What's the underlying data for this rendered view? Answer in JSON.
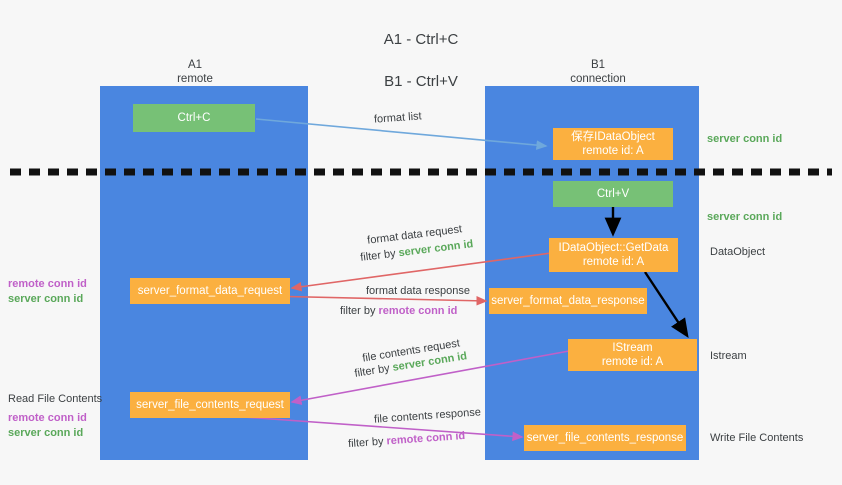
{
  "title": {
    "line1": "A1 - Ctrl+C",
    "line2": "B1 - Ctrl+V"
  },
  "columns": [
    {
      "id": "a1",
      "name": "A1",
      "role": "remote"
    },
    {
      "id": "b1",
      "name": "B1",
      "role": "connection"
    }
  ],
  "nodes": {
    "ctrl_c": {
      "label": "Ctrl+C",
      "color": "#77c176"
    },
    "save_idataobject": {
      "line1": "保存IDataObject",
      "line2": "remote id: A",
      "color": "#fbb040"
    },
    "ctrl_v": {
      "label": "Ctrl+V",
      "color": "#77c176"
    },
    "getdata": {
      "line1": "IDataObject::GetData",
      "line2": "remote id: A",
      "color": "#fbb040"
    },
    "format_data_request": {
      "label": "server_format_data_request",
      "color": "#fbb040"
    },
    "format_data_response": {
      "label": "server_format_data_response",
      "color": "#fbb040"
    },
    "istream": {
      "line1": "IStream",
      "line2": "remote id: A",
      "color": "#fbb040"
    },
    "file_contents_request": {
      "label": "server_file_contents_request",
      "color": "#fbb040"
    },
    "file_contents_response": {
      "label": "server_file_contents_response",
      "color": "#fbb040"
    }
  },
  "edge_labels": {
    "format_list": "format list",
    "format_data_request": "format data request",
    "format_data_request_filter_prefix": "filter by ",
    "format_data_request_filter_id": "server conn id",
    "format_data_response": "format data response",
    "format_data_response_filter_prefix": "filter by ",
    "format_data_response_filter_id": "remote conn id",
    "file_contents_request": "file contents request",
    "file_contents_request_filter_prefix": "filter by ",
    "file_contents_request_filter_id": "server conn id",
    "file_contents_response": "file contents response",
    "file_contents_response_filter_prefix": "filter by ",
    "file_contents_response_filter_id": "remote conn id"
  },
  "annotations": {
    "right_server_conn_id_top": "server conn id",
    "right_server_conn_id_mid": "server conn id",
    "right_dataobject": "DataObject",
    "right_istream": "Istream",
    "right_write_file_contents": "Write File Contents",
    "left_remote_conn_id_1": "remote conn id",
    "left_server_conn_id_1": "server conn id",
    "left_read_file_contents": "Read File Contents",
    "left_remote_conn_id_2": "remote conn id",
    "left_server_conn_id_2": "server conn id"
  },
  "colors": {
    "lane": "#4a86e0",
    "green_node": "#77c176",
    "orange_node": "#fbb040",
    "server_conn_id": "#5aa85a",
    "remote_conn_id": "#c060c8",
    "arrow_light_blue": "#6fa8dc",
    "arrow_red": "#e06666",
    "arrow_purple": "#c060c8",
    "arrow_black": "#000000",
    "background": "#f7f7f7",
    "text": "#3c4043"
  }
}
